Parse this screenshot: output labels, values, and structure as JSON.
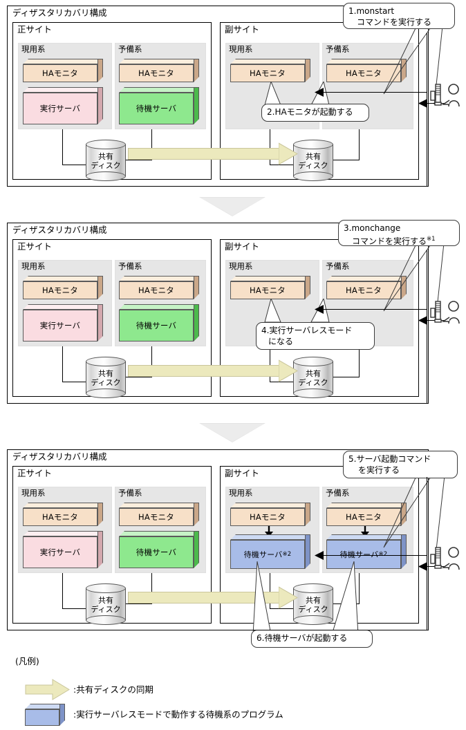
{
  "document": {
    "title": "ディザスタリカバリ構成 手順図",
    "figure_type": "procedure-diagram"
  },
  "colors": {
    "ha_monitor": "#f7e0c8",
    "ha_monitor_top": "#fbeedd",
    "ha_monitor_side": "#caa789",
    "active_server": "#fadce1",
    "active_server_top": "#fdeef0",
    "active_server_side": "#d3a8ae",
    "standby_server": "#8ee88e",
    "standby_server_top": "#c6f3c6",
    "standby_server_side": "#4cb94c",
    "serverless_standby": "#a8bce8",
    "serverless_standby_top": "#cddaf3",
    "serverless_standby_side": "#7e93c7",
    "sync_arrow": "#ece9bd",
    "system_box": "#e6e6e6",
    "separator": "#e4e4e4"
  },
  "panels": [
    {
      "id": "step-1",
      "title": "ディザスタリカバリ構成",
      "primary_site": {
        "title": "正サイト",
        "systems": [
          {
            "title": "現用系",
            "boxes": [
              {
                "label": "HAモニタ",
                "kind": "ha-monitor"
              },
              {
                "label": "実行サーバ",
                "kind": "active-server"
              }
            ]
          },
          {
            "title": "予備系",
            "boxes": [
              {
                "label": "HAモニタ",
                "kind": "ha-monitor"
              },
              {
                "label": "待機サーバ",
                "kind": "standby-server"
              }
            ]
          }
        ],
        "disk": {
          "line1": "共有",
          "line2": "ディスク"
        }
      },
      "secondary_site": {
        "title": "副サイト",
        "systems": [
          {
            "title": "現用系",
            "boxes": [
              {
                "label": "HAモニタ",
                "kind": "ha-monitor"
              }
            ]
          },
          {
            "title": "予備系",
            "boxes": [
              {
                "label": "HAモニタ",
                "kind": "ha-monitor"
              }
            ]
          }
        ],
        "disk": {
          "line1": "共有",
          "line2": "ディスク"
        }
      },
      "callouts": [
        {
          "id": "c1",
          "line1": "1.monstart",
          "line2": "コマンドを実行する",
          "note": ""
        },
        {
          "id": "c2",
          "line1": "2.HAモニタが起動する",
          "line2": "",
          "note": ""
        }
      ]
    },
    {
      "id": "step-2",
      "title": "ディザスタリカバリ構成",
      "primary_site": {
        "title": "正サイト",
        "systems": [
          {
            "title": "現用系",
            "boxes": [
              {
                "label": "HAモニタ",
                "kind": "ha-monitor"
              },
              {
                "label": "実行サーバ",
                "kind": "active-server"
              }
            ]
          },
          {
            "title": "予備系",
            "boxes": [
              {
                "label": "HAモニタ",
                "kind": "ha-monitor"
              },
              {
                "label": "待機サーバ",
                "kind": "standby-server"
              }
            ]
          }
        ],
        "disk": {
          "line1": "共有",
          "line2": "ディスク"
        }
      },
      "secondary_site": {
        "title": "副サイト",
        "systems": [
          {
            "title": "現用系",
            "boxes": [
              {
                "label": "HAモニタ",
                "kind": "ha-monitor"
              }
            ]
          },
          {
            "title": "予備系",
            "boxes": [
              {
                "label": "HAモニタ",
                "kind": "ha-monitor"
              }
            ]
          }
        ],
        "disk": {
          "line1": "共有",
          "line2": "ディスク"
        }
      },
      "callouts": [
        {
          "id": "c3",
          "line1": "3.monchange",
          "line2": "コマンドを実行する",
          "note": "※1"
        },
        {
          "id": "c4",
          "line1": "4.実行サーバレスモード",
          "line2": "になる",
          "note": ""
        }
      ]
    },
    {
      "id": "step-3",
      "title": "ディザスタリカバリ構成",
      "primary_site": {
        "title": "正サイト",
        "systems": [
          {
            "title": "現用系",
            "boxes": [
              {
                "label": "HAモニタ",
                "kind": "ha-monitor"
              },
              {
                "label": "実行サーバ",
                "kind": "active-server"
              }
            ]
          },
          {
            "title": "予備系",
            "boxes": [
              {
                "label": "HAモニタ",
                "kind": "ha-monitor"
              },
              {
                "label": "待機サーバ",
                "kind": "standby-server"
              }
            ]
          }
        ],
        "disk": {
          "line1": "共有",
          "line2": "ディスク"
        }
      },
      "secondary_site": {
        "title": "副サイト",
        "systems": [
          {
            "title": "現用系",
            "boxes": [
              {
                "label": "HAモニタ",
                "kind": "ha-monitor"
              },
              {
                "label": "待機サーバ",
                "note": "※2",
                "kind": "serverless-standby"
              }
            ]
          },
          {
            "title": "予備系",
            "boxes": [
              {
                "label": "HAモニタ",
                "kind": "ha-monitor"
              },
              {
                "label": "待機サーバ",
                "note": "※2",
                "kind": "serverless-standby"
              }
            ]
          }
        ],
        "disk": {
          "line1": "共有",
          "line2": "ディスク"
        }
      },
      "callouts": [
        {
          "id": "c5",
          "line1": "5.サーバ起動コマンド",
          "line2": "を実行する",
          "note": ""
        },
        {
          "id": "c6",
          "line1": "6.待機サーバが起動する",
          "line2": "",
          "note": ""
        }
      ]
    }
  ],
  "legend": {
    "title": "(凡例)",
    "entries": [
      {
        "icon": "sync-arrow",
        "text": ":共有ディスクの同期"
      },
      {
        "icon": "serverless-standby-box",
        "text": ":実行サーバレスモードで動作する待機系のプログラム"
      }
    ]
  }
}
